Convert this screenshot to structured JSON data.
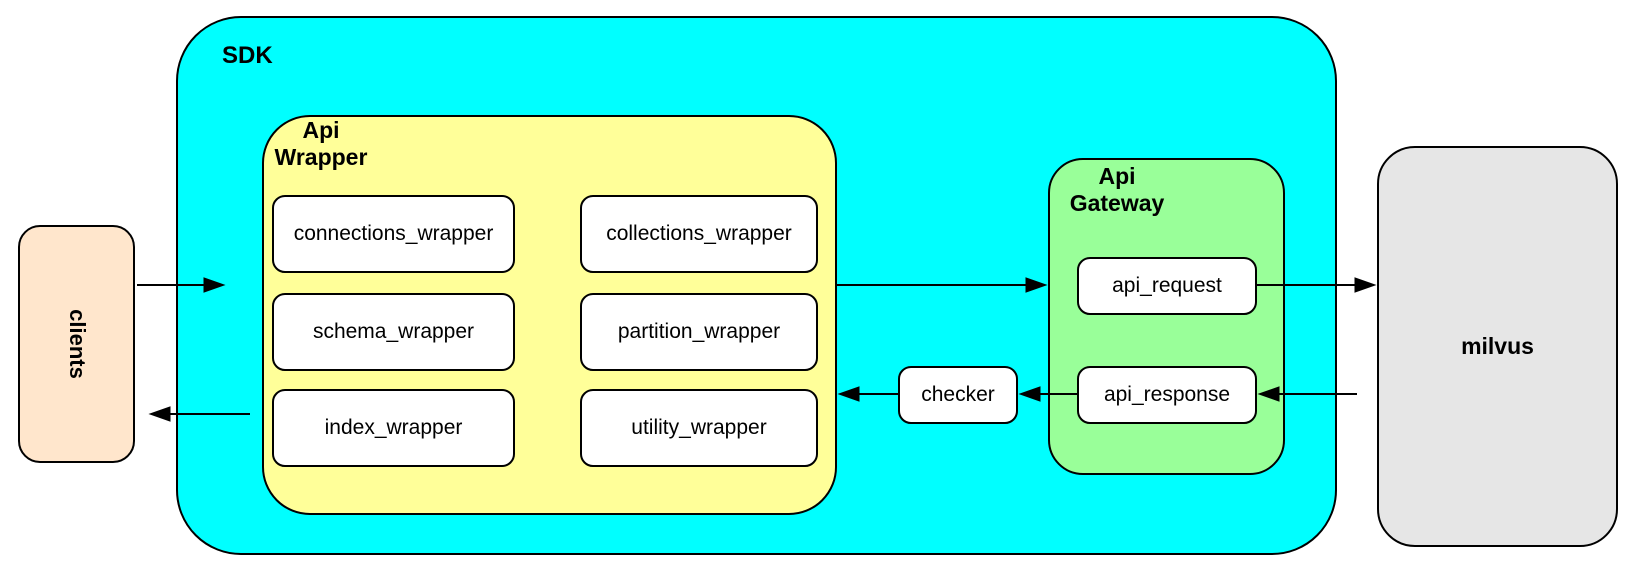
{
  "nodes": {
    "sdk_label": "SDK",
    "api_wrapper_label": "Api\nWrapper",
    "api_gateway_label": "Api\nGateway",
    "clients_label": "clients",
    "milvus_label": "milvus",
    "wrappers": [
      "connections_wrapper",
      "collections_wrapper",
      "schema_wrapper",
      "partition_wrapper",
      "index_wrapper",
      "utility_wrapper"
    ],
    "gateway_children": [
      "api_request",
      "api_response"
    ],
    "checker_label": "checker"
  },
  "colors": {
    "sdk_fill": "#00FFFF",
    "api_wrapper_fill": "#FFFF99",
    "api_gateway_fill": "#99FF99",
    "clients_fill": "#FFE6CC",
    "milvus_fill": "#E6E6E6",
    "leaf_fill": "#FFFFFF",
    "border": "#000000"
  }
}
